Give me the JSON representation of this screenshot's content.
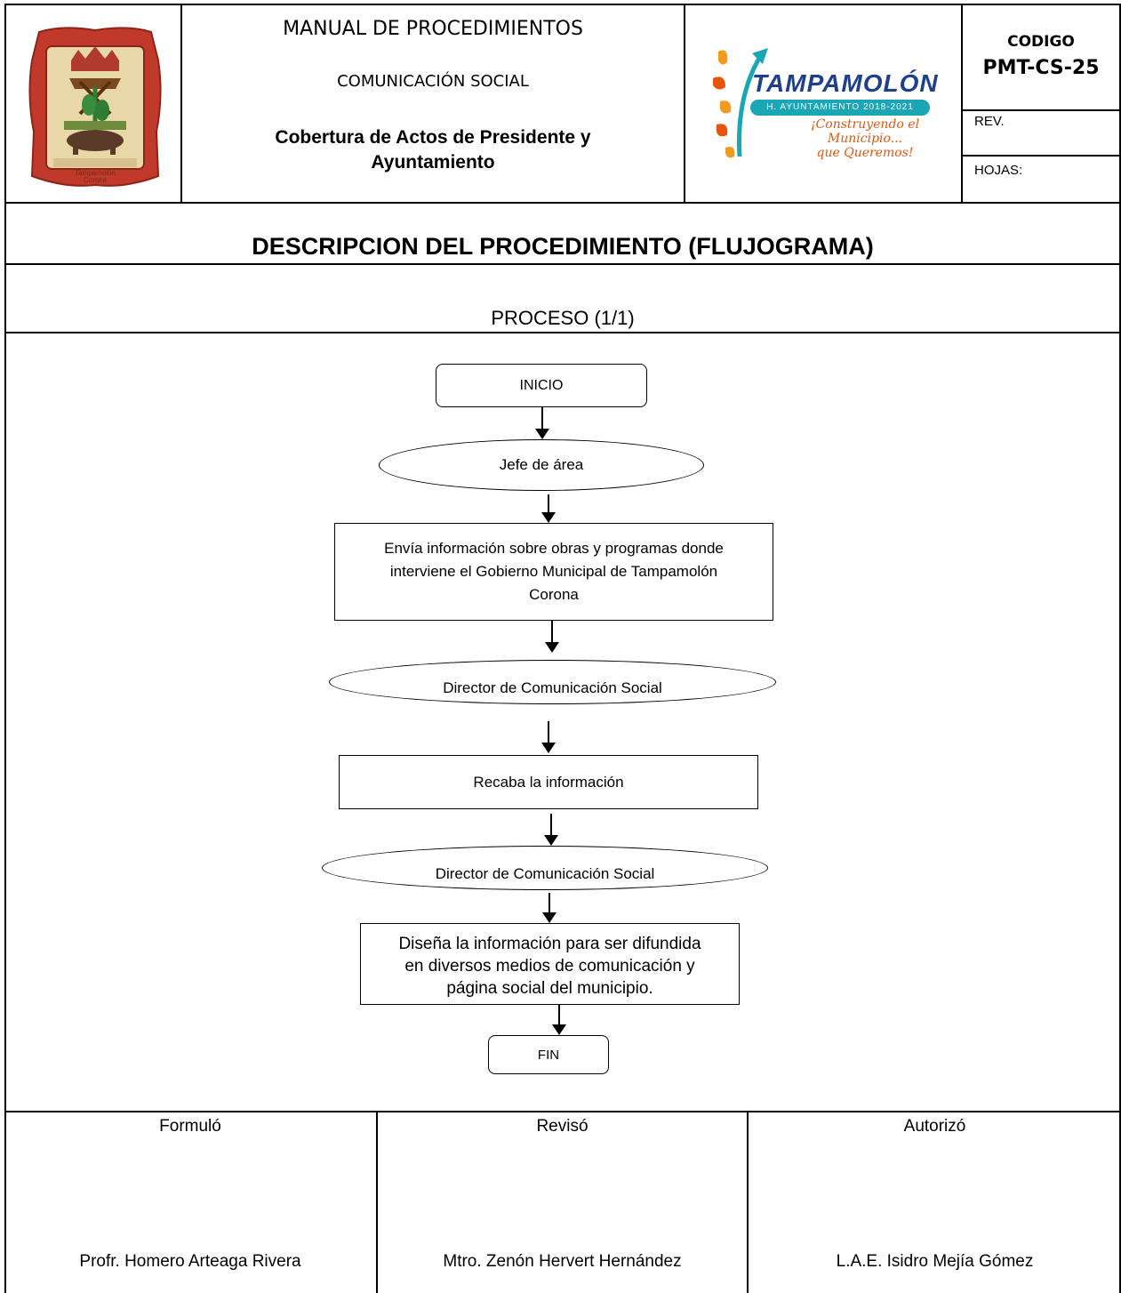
{
  "header": {
    "manual_title": "MANUAL DE PROCEDIMIENTOS",
    "department": "COMUNICACIÓN SOCIAL",
    "procedure_line1": "Cobertura de  Actos de Presidente y",
    "procedure_line2": "Ayuntamiento",
    "code_label": "CODIGO",
    "code_value": "PMT-CS-25",
    "rev_label": "REV.",
    "sheets_label": "HOJAS:",
    "seal_text_line1": "Tampamolón",
    "seal_text_line2": "Corona",
    "logo": {
      "name": "TAMPAMOLÓN",
      "band": "H. AYUNTAMIENTO   2018-2021",
      "slogan_line1": "¡Construyendo el Municipio...",
      "slogan_line2": "que Queremos!"
    }
  },
  "section_title": "DESCRIPCION DEL PROCEDIMIENTO (FLUJOGRAMA)",
  "process_label": "PROCESO  (1/1)",
  "flow": {
    "start": "INICIO",
    "actor1": "Jefe de área",
    "step1_line1": "Envía información sobre obras y programas donde",
    "step1_line2": "interviene el Gobierno Municipal de Tampamolón",
    "step1_line3": "Corona",
    "actor2": "Director de Comunicación Social",
    "step2": "Recaba la información",
    "actor3": "Director de Comunicación Social",
    "step3_line1": "Diseña la información para ser difundida",
    "step3_line2": "en diversos medios de comunicación y",
    "step3_line3": "página social del municipio.",
    "end": "FIN"
  },
  "signatures": [
    {
      "role": "Formuló",
      "name": "Profr. Homero Arteaga Rivera"
    },
    {
      "role": "Revisó",
      "name": "Mtro. Zenón Hervert Hernández"
    },
    {
      "role": "Autorizó",
      "name": "L.A.E. Isidro Mejía Gómez"
    }
  ],
  "colors": {
    "logo_teal": "#1aa6b4",
    "logo_navy": "#1f3f8f",
    "logo_orange": "#f39a1e",
    "seal_red": "#c0392b",
    "seal_tan": "#e8d8a8"
  }
}
